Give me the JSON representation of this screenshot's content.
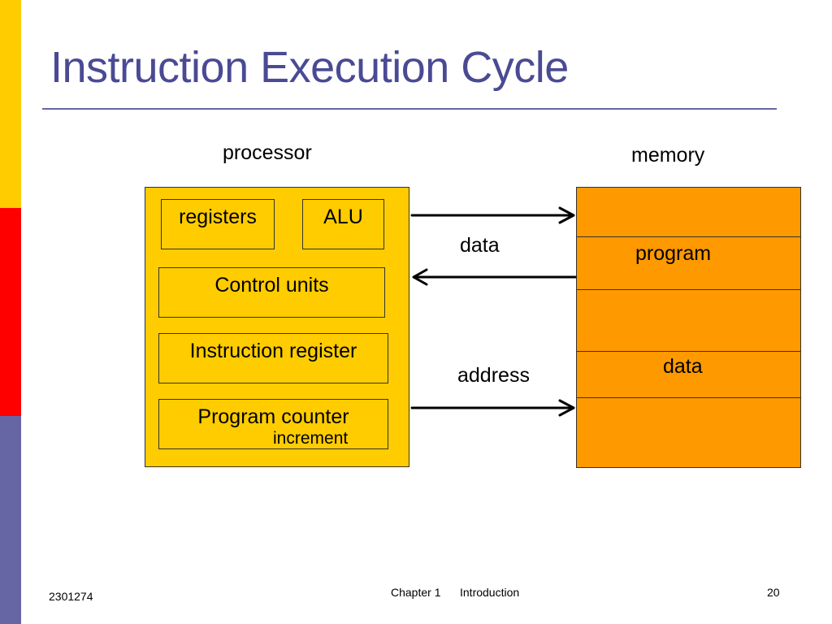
{
  "title": "Instruction Execution Cycle",
  "diagram": {
    "processor_label": "processor",
    "memory_label": "memory",
    "processor": {
      "registers": "registers",
      "alu": "ALU",
      "control_units": "Control units",
      "instruction_register": "Instruction register",
      "program_counter": "Program counter",
      "increment": "increment"
    },
    "memory": {
      "program": "program",
      "data": "data"
    },
    "bus": {
      "data": "data",
      "address": "address"
    }
  },
  "footer": {
    "course": "2301274",
    "chapter": "Chapter 1",
    "topic": "Introduction",
    "page": "20"
  },
  "colors": {
    "title": "#4a4a94",
    "processor_fill": "#ffcc00",
    "memory_fill": "#ff9900",
    "band_yellow": "#ffcc00",
    "band_red": "#ff0000",
    "band_blue": "#6666a4"
  }
}
